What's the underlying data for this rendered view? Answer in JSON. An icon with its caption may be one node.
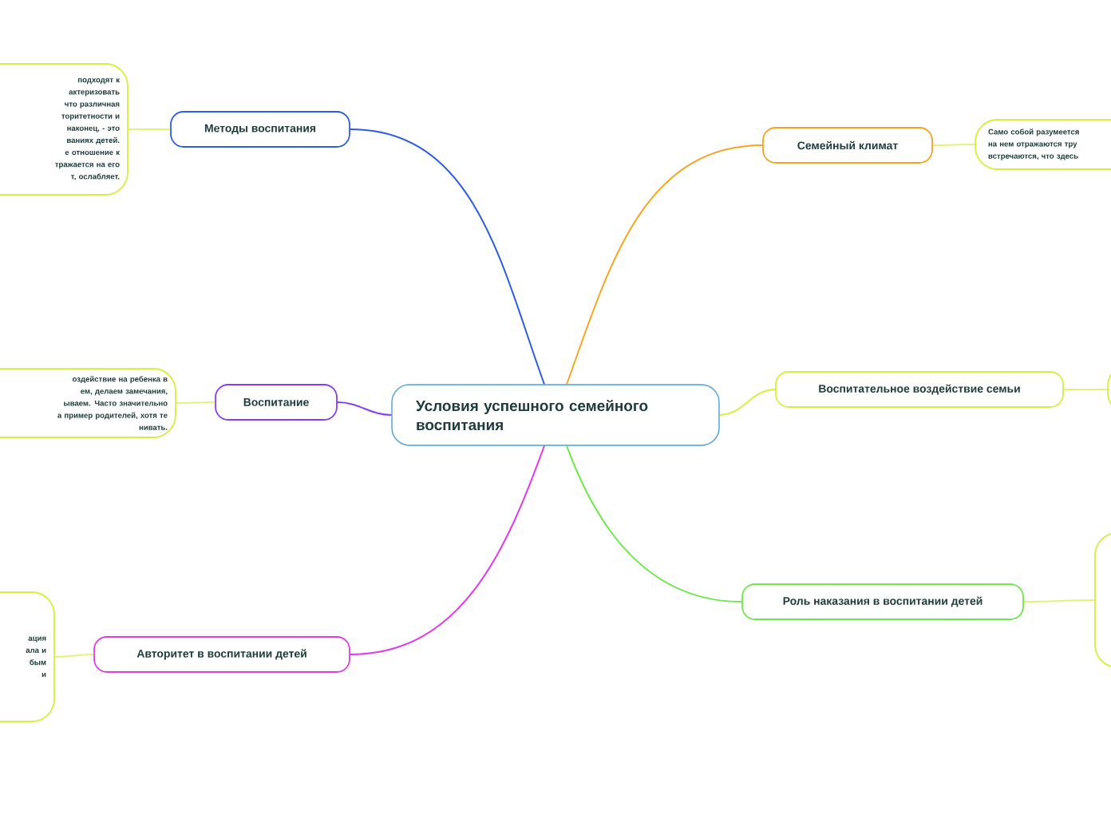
{
  "diagram": {
    "nodes": [
      {
        "text": [
          "Условия успешного семейного воспитания"
        ]
      },
      {
        "text": [
          "Методы воспитания"
        ]
      },
      {
        "text": [
          "подходят к",
          "актеризовать",
          "что различная",
          "торитетности и",
          "наконец, - это",
          "ваниях детей.",
          "е отношение к",
          "тражается на его",
          "т, ослабляет."
        ]
      },
      {
        "text": [
          "Воспитание"
        ]
      },
      {
        "text": [
          "оздействие на ребенка в",
          "ем, делаем замечания,",
          "ываем. Часто значительно",
          "а пример родителей, хотя те",
          "нивать."
        ]
      },
      {
        "text": [
          "Авторитет в воспитании детей"
        ]
      },
      {
        "text": [
          "ация",
          "ала и",
          "бым",
          "и"
        ]
      },
      {
        "text": [
          "Семейный климат"
        ]
      },
      {
        "text": [
          "Само собой разумеется",
          "на нем отражаются тру",
          "встречаются, что здесь"
        ]
      },
      {
        "text": [
          "Воспитательное воздействие семьи"
        ]
      },
      {
        "text": [],
        "shape": "box"
      },
      {
        "text": [
          "Роль наказания в воспитании детей"
        ]
      },
      {
        "text": [],
        "shape": "box"
      }
    ],
    "edges": [
      {
        "from": 0,
        "to": 1,
        "arrow": "none",
        "color": "#2a5ce8"
      },
      {
        "from": 0,
        "to": 3,
        "arrow": "none",
        "color": "#8a3cf0"
      },
      {
        "from": 0,
        "to": 5,
        "arrow": "none",
        "color": "#e03ce6"
      },
      {
        "from": 0,
        "to": 7,
        "arrow": "none",
        "color": "#f5a623"
      },
      {
        "from": 0,
        "to": 9,
        "arrow": "none",
        "color": "#d6ee3c"
      },
      {
        "from": 0,
        "to": 11,
        "arrow": "none",
        "color": "#6de84a"
      },
      {
        "from": 1,
        "to": 2,
        "arrow": "none",
        "color": "#e4f27a"
      },
      {
        "from": 3,
        "to": 4,
        "arrow": "none",
        "color": "#e4f27a"
      },
      {
        "from": 5,
        "to": 6,
        "arrow": "none",
        "color": "#e4f27a"
      },
      {
        "from": 7,
        "to": 8,
        "arrow": "none",
        "color": "#e4f27a"
      },
      {
        "from": 9,
        "to": 10,
        "arrow": "none",
        "color": "#e4f27a"
      },
      {
        "from": 11,
        "to": 12,
        "arrow": "none",
        "color": "#e4f27a"
      }
    ]
  }
}
